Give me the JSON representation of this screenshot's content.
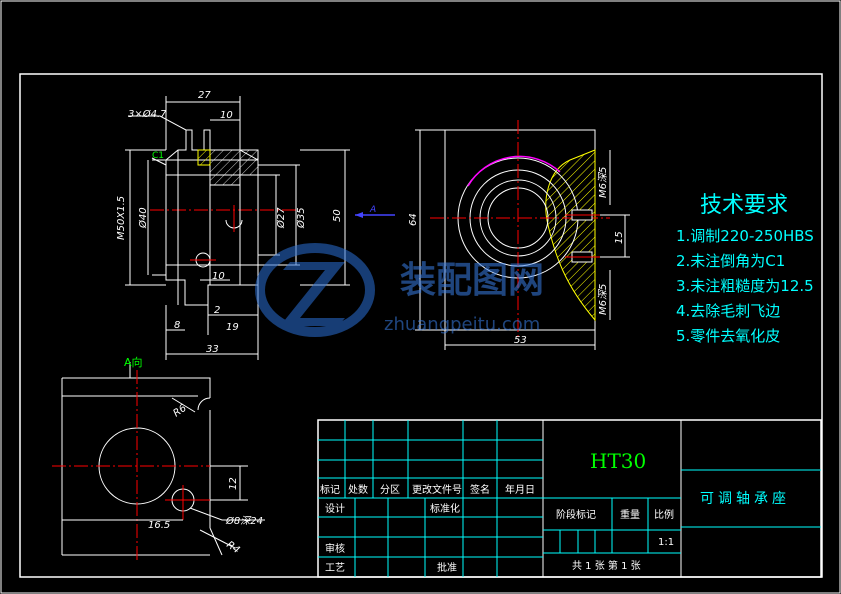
{
  "drawing": {
    "title": "可调轴承座",
    "material": "HT30",
    "view_label": "A向",
    "section_arrow_label": "A",
    "chamfer_label": "C1"
  },
  "tech_requirements": {
    "heading": "技术要求",
    "items": [
      "1.调制220-250HBS",
      "2.未注倒角为C1",
      "3.未注粗糙度为12.5",
      "4.去除毛刺飞边",
      "5.零件去氧化皮"
    ]
  },
  "dimensions": {
    "front": {
      "holes": "3×Ø4.7",
      "top_width": "27",
      "top_right": "10",
      "thread": "M50X1.5",
      "dia40": "Ø40",
      "dia27": "Ø27",
      "dia35": "Ø35",
      "height50": "50",
      "inner10": "10",
      "bottom8": "8",
      "bottom2": "2",
      "bottom19": "19",
      "bottom33": "33"
    },
    "side": {
      "height64": "64",
      "width53": "53",
      "m6_top": "M6深5",
      "m6_bottom": "M6深5",
      "spacing15": "15"
    },
    "view_a": {
      "radius6": "R6",
      "height12": "12",
      "width16_5": "16.5",
      "hole": "Ø8深24",
      "r4": "R4"
    }
  },
  "title_block": {
    "headers": [
      "标记",
      "处数",
      "分区",
      "更改文件号",
      "签名",
      "年月日"
    ],
    "design": "设计",
    "standardization": "标准化",
    "review": "审核",
    "process": "工艺",
    "approve": "批准",
    "stage_mark": "阶段标记",
    "weight": "重量",
    "scale": "比例",
    "scale_value": "1:1",
    "sheets": "共 1 张  第 1 张"
  },
  "watermark": {
    "cn": "装配图网",
    "url": "zhuangpeitu.com"
  },
  "colors": {
    "background": "#000000",
    "lines": "#ffffff",
    "center_lines": "#ff0000",
    "text": "#00ffff",
    "material": "#00ff00",
    "hatch": "#ffff00",
    "thread_arc": "#ff00ff"
  }
}
